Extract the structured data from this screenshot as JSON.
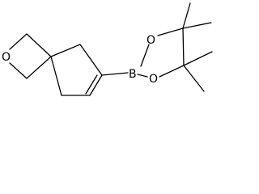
{
  "molecule": {
    "atoms": [
      {
        "symbol": "O"
      },
      {
        "symbol": "B"
      },
      {
        "symbol": "O"
      },
      {
        "symbol": "O"
      }
    ]
  }
}
